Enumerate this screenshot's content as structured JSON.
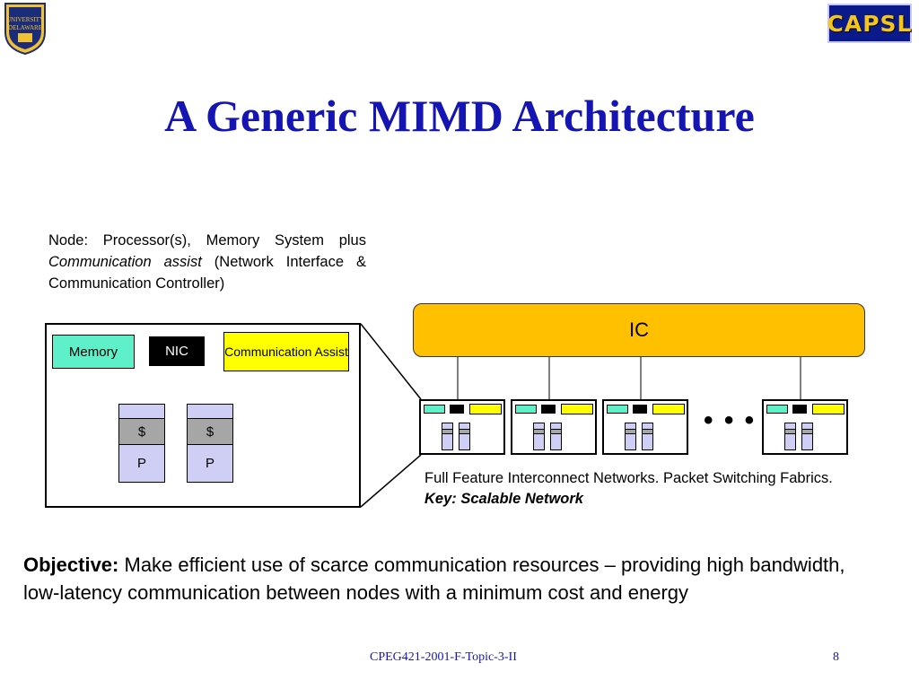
{
  "header": {
    "title": "A Generic MIMD Architecture",
    "logo_left_text": "UNIVERSITY OF DELAWARE",
    "logo_right_text": "CAPSL"
  },
  "node_description": {
    "line1_prefix": "Node: Processor(s), Memory System plus ",
    "italic_part": "Communication assist",
    "line1_suffix": " (Network Interface & Communication Controller)"
  },
  "node_diagram": {
    "memory_label": "Memory",
    "nic_label": "NIC",
    "comm_assist_label": "Communication Assist",
    "processors": [
      {
        "cache_label": "$",
        "proc_label": "P"
      },
      {
        "cache_label": "$",
        "proc_label": "P"
      }
    ]
  },
  "network": {
    "ic_label": "IC",
    "ellipsis": "• • •",
    "description": "Full Feature Interconnect Networks. Packet Switching Fabrics.",
    "key": "Key: Scalable Network"
  },
  "objective": {
    "label": "Objective:",
    "text": " Make efficient use of scarce communication resources – providing high bandwidth, low-latency communication between nodes with a minimum cost and energy"
  },
  "footer": {
    "course": "CPEG421-2001-F-Topic-3-II",
    "page": "8"
  },
  "colors": {
    "title": "#1515b3",
    "memory": "#5ef0c9",
    "comm_assist": "#ffff00",
    "ic": "#ffc000",
    "processor": "#cfcff5",
    "cache": "#a6a6a6"
  }
}
